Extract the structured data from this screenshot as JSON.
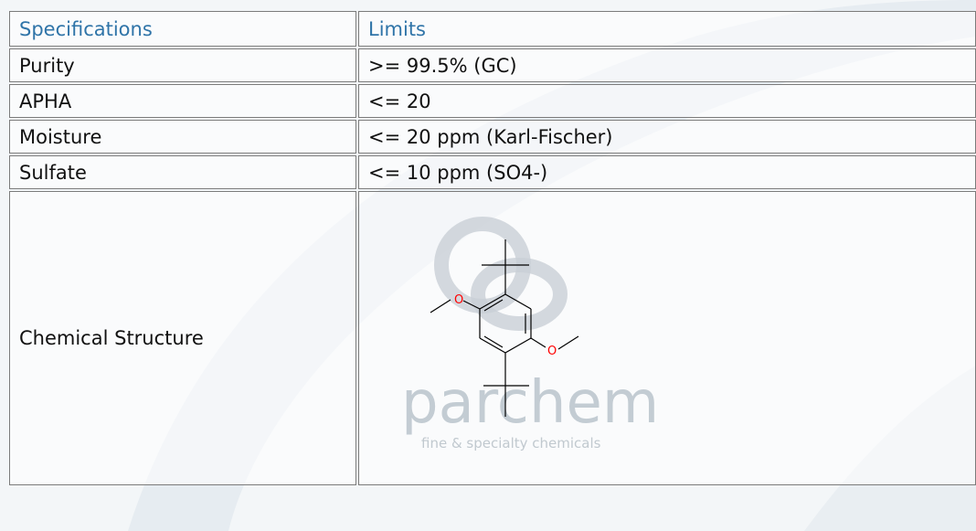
{
  "table": {
    "header": {
      "spec": "Specifications",
      "limit": "Limits"
    },
    "rows": [
      {
        "spec": "Purity",
        "limit": ">= 99.5% (GC)"
      },
      {
        "spec": "APHA",
        "limit": "<= 20"
      },
      {
        "spec": "Moisture",
        "limit": "<= 20 ppm (Karl-Fischer)"
      },
      {
        "spec": "Sulfate",
        "limit": "<= 10 ppm (SO4-)"
      }
    ],
    "structure_label": "Chemical Structure"
  },
  "structure": {
    "atom_o": "O",
    "watermark_brand": "parchem",
    "watermark_tagline": "fine & specialty chemicals"
  },
  "colors": {
    "header_text": "#2f74a8",
    "oxygen": "#ff0000",
    "watermark": "#b9c3cc"
  }
}
